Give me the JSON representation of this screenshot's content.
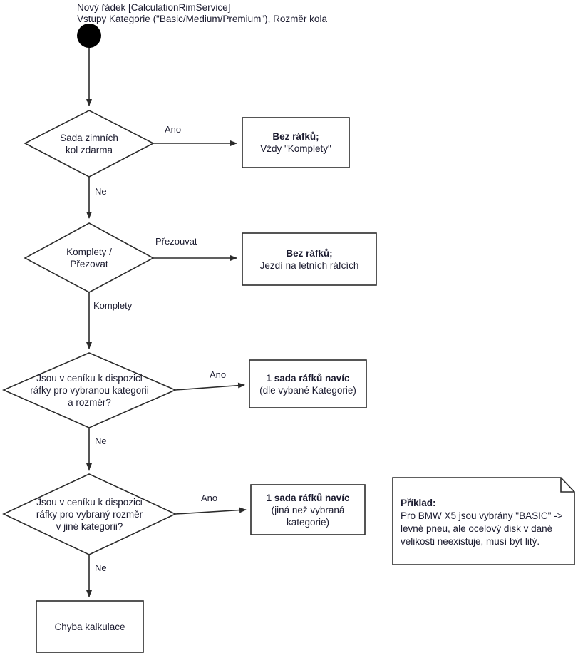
{
  "diagram": {
    "title_lines": [
      "Nový řádek [CalculationRimService]",
      "Vstupy Kategorie (\"Basic/Medium/Premium\"), Rozměr kola"
    ],
    "start_node": "start-circle",
    "decisions": [
      {
        "id": "decision-winter-set",
        "lines": [
          "Sada zimních",
          "kol zdarma"
        ],
        "yes_label": "Ano",
        "no_label": "Ne"
      },
      {
        "id": "decision-komplety-prezovat",
        "lines": [
          "Komplety /",
          "Přezovat"
        ],
        "yes_label": "Přezouvat",
        "no_label": "Komplety"
      },
      {
        "id": "decision-rims-category-size",
        "lines": [
          "Jsou v ceníku k dispozici",
          "ráfky pro vybranou kategorii",
          "a rozměr?"
        ],
        "yes_label": "Ano",
        "no_label": "Ne"
      },
      {
        "id": "decision-rims-other-category",
        "lines": [
          "Jsou v ceníku k dispozici",
          "ráfky pro vybraný rozměr",
          "v jiné kategorii?"
        ],
        "yes_label": "Ano",
        "no_label": "Ne"
      }
    ],
    "results": [
      {
        "id": "result-no-rims-always-komplety",
        "bold_line": "Bez ráfků;",
        "lines": [
          "Vždy \"Komplety\""
        ]
      },
      {
        "id": "result-no-rims-summer",
        "bold_line": "Bez ráfků;",
        "lines": [
          "Jezdí na letních ráfcích"
        ]
      },
      {
        "id": "result-one-extra-set-selected",
        "bold_line": "1 sada ráfků navíc",
        "lines": [
          "(dle vybané Kategorie)"
        ]
      },
      {
        "id": "result-one-extra-set-other",
        "bold_line": "1 sada ráfků navíc",
        "lines": [
          "(jiná než vybraná",
          "kategorie)"
        ]
      }
    ],
    "end_node": {
      "id": "end-calculation-error",
      "label": "Chyba kalkulace"
    },
    "note": {
      "id": "note-priklad",
      "title": "Příklad:",
      "lines": [
        "Pro BMW X5 jsou vybrány \"BASIC\" ->",
        "levné pneu, ale ocelový disk v dané",
        "velikosti neexistuje, musí být litý."
      ]
    },
    "colors": {
      "stroke": "#2b2b2b",
      "text": "#1b1b2f",
      "background": "#ffffff",
      "start_fill": "#000000"
    }
  }
}
